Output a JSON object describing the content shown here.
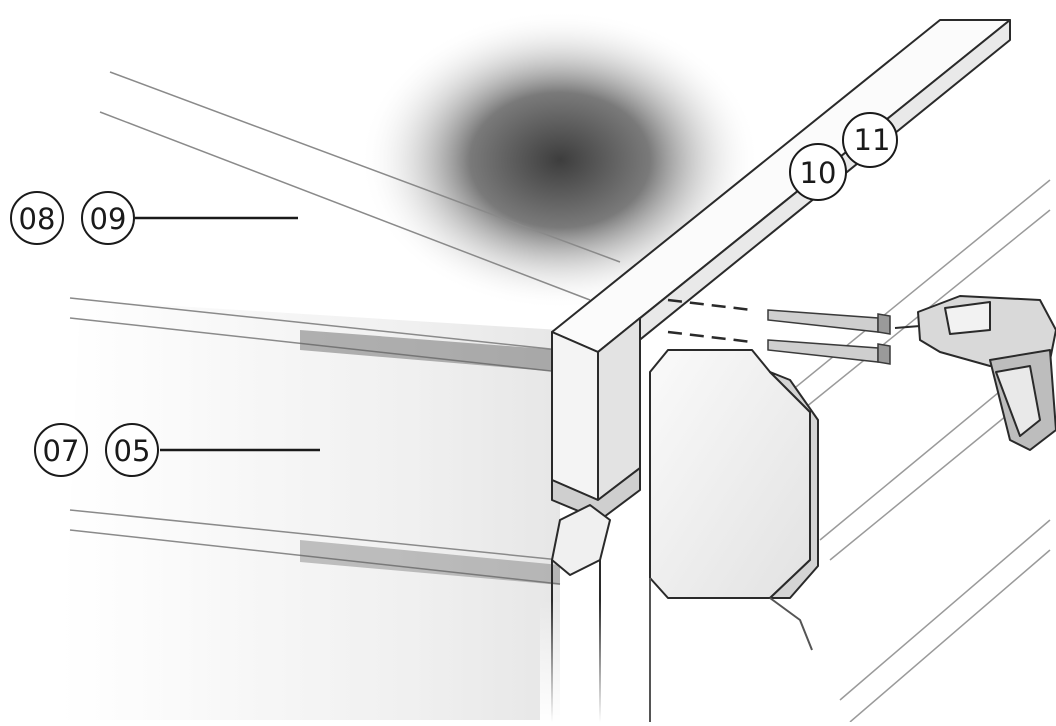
{
  "callouts": {
    "top_left": {
      "a": "08",
      "b": "09"
    },
    "mid_left": {
      "a": "07",
      "b": "05"
    },
    "top_right": {
      "a": "10",
      "b": "11"
    }
  },
  "colors": {
    "line": "#2a2a2a",
    "shade_dark": "#4a4a4a",
    "shade_light": "#f2f2f2"
  },
  "icons": [
    "drill-icon",
    "screw-icon"
  ]
}
